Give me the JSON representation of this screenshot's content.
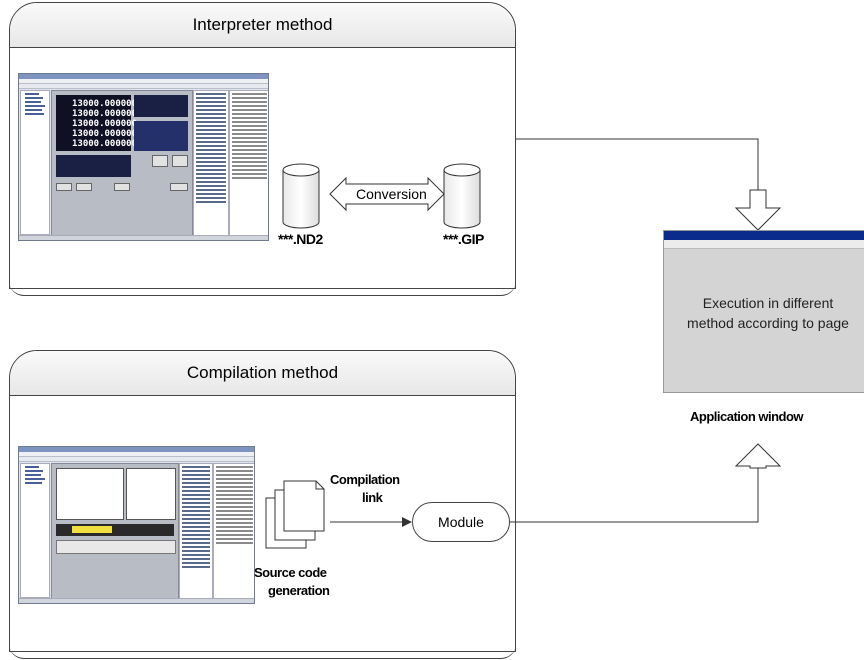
{
  "interpreter": {
    "title": "Interpreter method",
    "screenshot": {
      "lcd_values": [
        "13000.000000",
        "13000.000000",
        "13000.000000",
        "13000.000000",
        "13000.000000"
      ]
    },
    "db_left": "***.ND2",
    "db_right": "***.GIP",
    "conversion": "Conversion"
  },
  "compilation": {
    "title": "Compilation method",
    "compilation_link": [
      "Compilation",
      "link"
    ],
    "source_code": [
      "Source code",
      "generation"
    ],
    "module": "Module"
  },
  "application": {
    "message": [
      "Execution in different",
      "method according to page"
    ],
    "caption": "Application window"
  }
}
